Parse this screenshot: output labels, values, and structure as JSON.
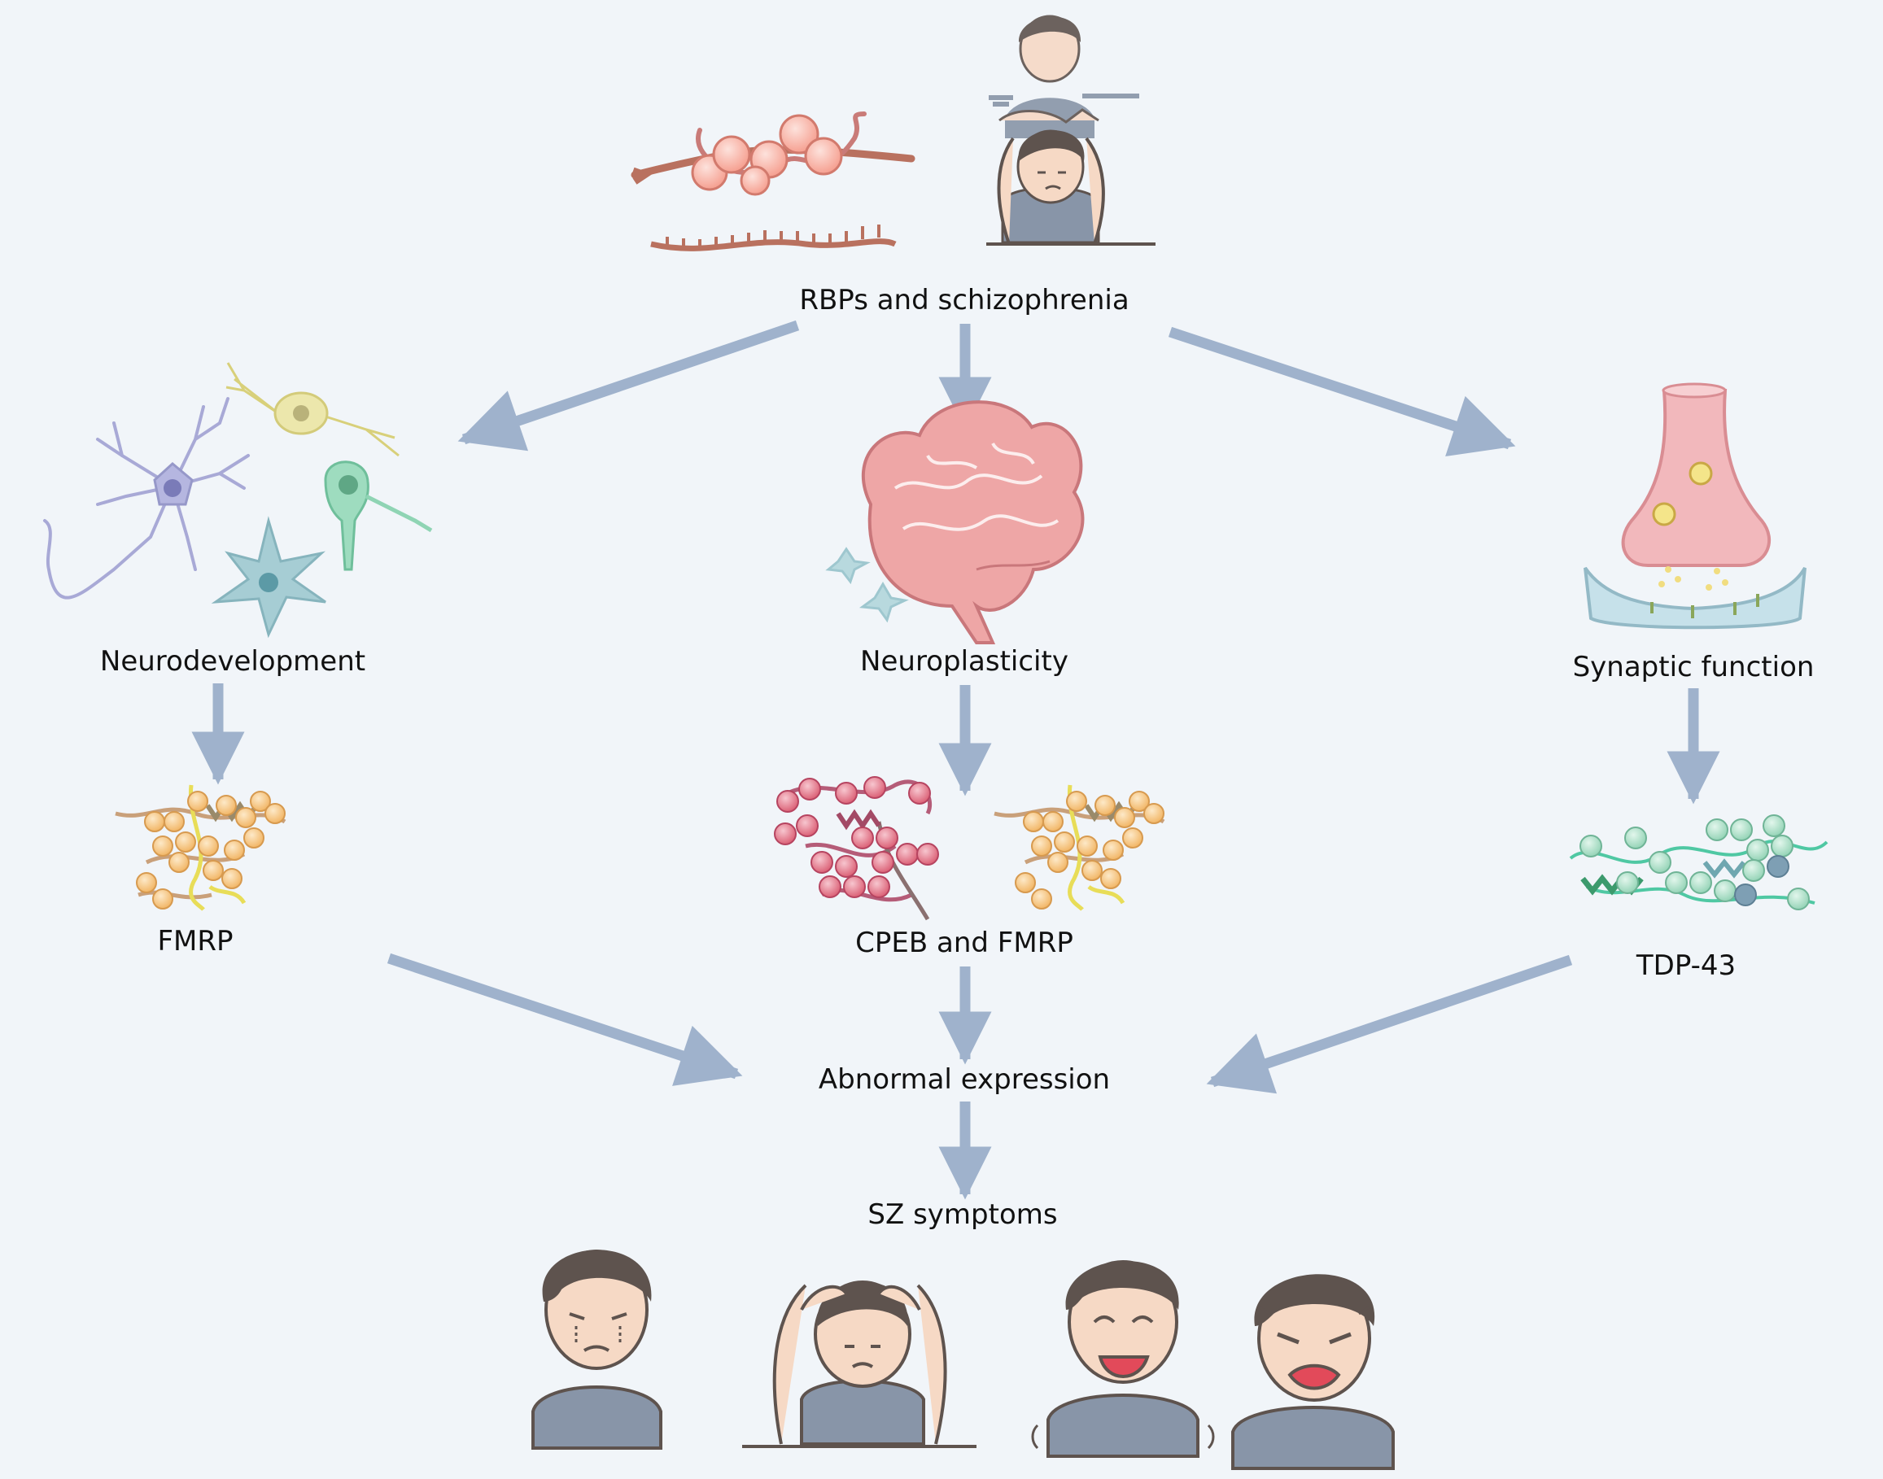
{
  "nodes": {
    "root": "RBPs and schizophrenia",
    "neurodevelopment": "Neurodevelopment",
    "neuroplasticity": "Neuroplasticity",
    "synaptic": "Synaptic function",
    "fmrp": "FMRP",
    "cpeb_fmrp": "CPEB and FMRP",
    "tdp43": "TDP-43",
    "abnormal": "Abnormal expression",
    "symptoms": "SZ symptoms"
  },
  "colors": {
    "background": "#f1f5f9",
    "arrow": "#9fb2cc",
    "skin": "#f6d9c5",
    "hair": "#5e534e",
    "shirt": "#8895a8",
    "brain": "#eea6a6",
    "rbp_bead": "#f7a99c",
    "rna": "#b9715f",
    "synapse_top": "#f2b8bc",
    "synapse_bottom": "#c6e1ea",
    "fmrp_bead": "#f6c47d",
    "cpeb_bead": "#e2768d",
    "tdp_bead": "#a9dfc8",
    "neuron_purple": "#a8a9d6",
    "neuron_yellow": "#e8e3a2",
    "neuron_green": "#8fd4b4",
    "neuron_teal": "#9ec7cf"
  },
  "icons": [
    "rna-protein-icon",
    "distressed-person-icon",
    "neuron-cells-icon",
    "brain-icon",
    "synapse-icon",
    "fmrp-protein-icon",
    "cpeb-protein-icon",
    "tdp43-protein-icon",
    "crying-face-icon",
    "head-clutch-icon",
    "laughing-face-icon",
    "angry-face-icon"
  ]
}
